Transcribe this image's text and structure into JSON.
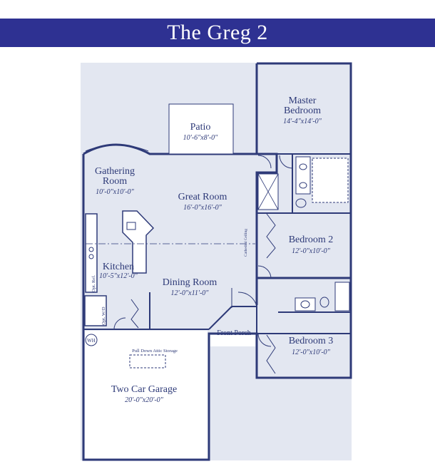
{
  "title": "The Greg 2",
  "colors": {
    "banner": "#2e3192",
    "ink": "#2e3a78",
    "floor": "#e3e7f1",
    "background": "#ffffff"
  },
  "rooms": {
    "patio": {
      "name": "Patio",
      "dims": "10'-6\"x8'-0\""
    },
    "master": {
      "name1": "Master",
      "name2": "Bedroom",
      "dims": "14'-4\"x14'-0\""
    },
    "gathering": {
      "name1": "Gathering",
      "name2": "Room",
      "dims": "10'-0\"x10'-0\""
    },
    "great": {
      "name": "Great Room",
      "dims": "16'-0\"x16'-0\""
    },
    "bedroom2": {
      "name": "Bedroom 2",
      "dims": "12'-0\"x10'-0\""
    },
    "kitchen": {
      "name": "Kitchen",
      "dims": "10'-5\"x12'-0\""
    },
    "dining": {
      "name": "Dining Room",
      "dims": "12'-0\"x11'-0\""
    },
    "porch": {
      "name": "Front Porch"
    },
    "bedroom3": {
      "name": "Bedroom 3",
      "dims": "12'-0\"x10'-0\""
    },
    "garage": {
      "name": "Two Car Garage",
      "dims": "20'-0\"x20'-0\""
    }
  },
  "notes": {
    "attic": "Pull Down Attic Storage",
    "water_heater": "WH",
    "opt_ref": "Opt. Ref.",
    "opt_wd": "Opt. W/D",
    "cathedral_ceiling": "Cathedral Ceiling"
  }
}
